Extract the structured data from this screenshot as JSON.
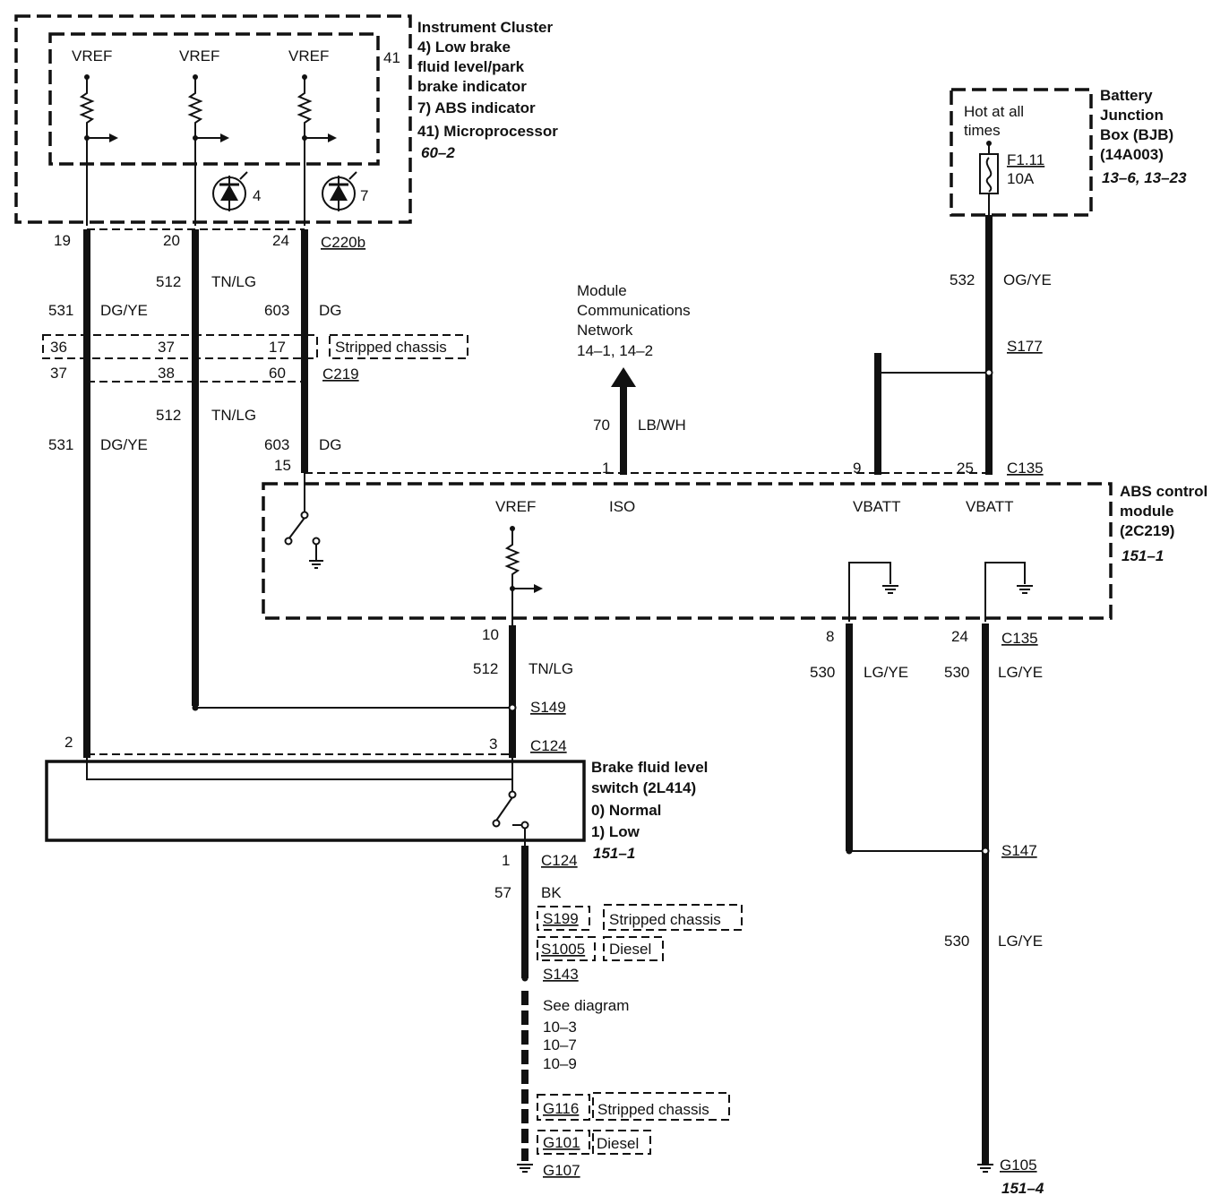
{
  "instrument_cluster": {
    "title": "Instrument Cluster",
    "line1": "4) Low brake",
    "line2": "fluid level/park",
    "line3": "brake indicator",
    "line4": "7) ABS indicator",
    "line5": "41) Microprocessor",
    "page_ref": "60–2",
    "pin41": "41",
    "vref": "VREF",
    "lamp4": "4",
    "lamp7": "7"
  },
  "cluster_connector": {
    "pin19": "19",
    "pin20": "20",
    "pin24": "24",
    "name": "C220b"
  },
  "bjb": {
    "title1": "Battery",
    "title2": "Junction",
    "title3": "Box (BJB)",
    "part": "(14A003)",
    "page_ref": "13–6, 13–23",
    "hot1": "Hot at all",
    "hot2": "times",
    "fuse": "F1.11",
    "amps": "10A"
  },
  "wires": {
    "w532": "532",
    "c532": "OG/YE",
    "w512": "512",
    "c512": "TN/LG",
    "w531": "531",
    "c531": "DG/YE",
    "w603": "603",
    "c603": "DG",
    "w70": "70",
    "c70": "LB/WH",
    "w530": "530",
    "c530": "LG/YE",
    "w57": "57",
    "c57": "BK"
  },
  "c219": {
    "top36": "36",
    "top37": "37",
    "top17": "17",
    "bot37": "37",
    "bot38": "38",
    "bot60": "60",
    "name": "C219",
    "note": "Stripped chassis"
  },
  "splices": {
    "s177": "S177",
    "s149": "S149",
    "s147": "S147",
    "s199": "S199",
    "s1005": "S1005",
    "s143": "S143"
  },
  "network": {
    "l1": "Module",
    "l2": "Communications",
    "l3": "Network",
    "ref": "14–1, 14–2"
  },
  "abs": {
    "pin15": "15",
    "pin1": "1",
    "pin9": "9",
    "pin25": "25",
    "conn": "C135",
    "iso": "ISO",
    "vbatt": "VBATT",
    "vref": "VREF",
    "title1": "ABS control",
    "title2": "module",
    "title3": "(2C219)",
    "page_ref": "151–1",
    "pin10": "10",
    "pin8": "8",
    "pin24": "24"
  },
  "brake_switch": {
    "pin2": "2",
    "pin3": "3",
    "conn": "C124",
    "title1": "Brake fluid level",
    "title2": "switch (2L414)",
    "state0": "0) Normal",
    "state1": "1) Low",
    "page_ref": "151–1",
    "pin1": "1"
  },
  "ground_path": {
    "stripped": "Stripped chassis",
    "diesel": "Diesel",
    "see": "See diagram",
    "ref1": "10–3",
    "ref2": "10–7",
    "ref3": "10–9",
    "g116": "G116",
    "g101": "G101",
    "g107": "G107",
    "g105": "G105",
    "g105_ref": "151–4"
  }
}
